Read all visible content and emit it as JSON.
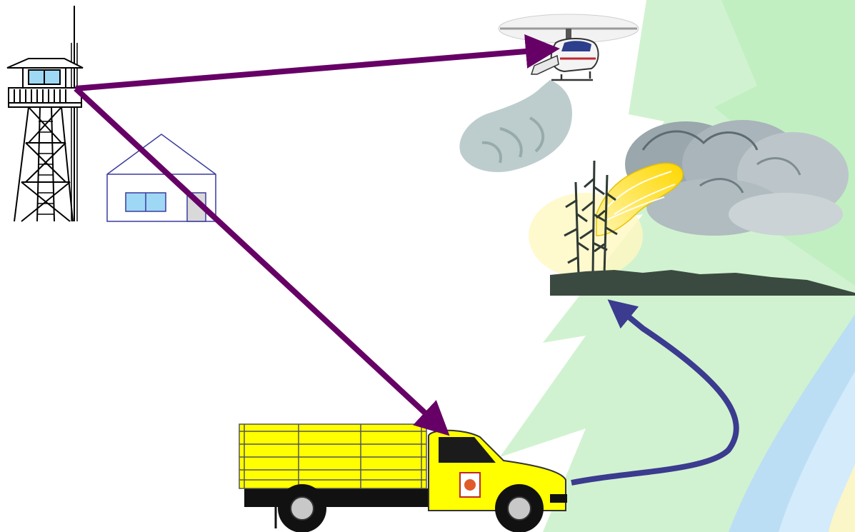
{
  "diagram": {
    "nodes": [
      {
        "id": "lookout-tower",
        "name": "fire-lookout-tower-icon"
      },
      {
        "id": "station",
        "name": "fire-station-house-icon"
      },
      {
        "id": "helicopter",
        "name": "helicopter-icon"
      },
      {
        "id": "fire",
        "name": "forest-fire-icon"
      },
      {
        "id": "truck",
        "name": "fire-truck-icon"
      }
    ],
    "edges": [
      {
        "from": "lookout-tower",
        "to": "helicopter",
        "color": "#660066"
      },
      {
        "from": "lookout-tower",
        "to": "truck",
        "color": "#660066"
      },
      {
        "from": "truck",
        "to": "fire",
        "color": "#3b3b8f"
      }
    ]
  },
  "colors": {
    "arrow_alert": "#660066",
    "arrow_dispatch": "#3b3b8f",
    "truck_body": "#ffff00",
    "background_tree": "#c8f0c8",
    "background_water": "#b8dcf8",
    "fire_ground": "#3b4a40",
    "smoke": "#9aa7ad"
  }
}
